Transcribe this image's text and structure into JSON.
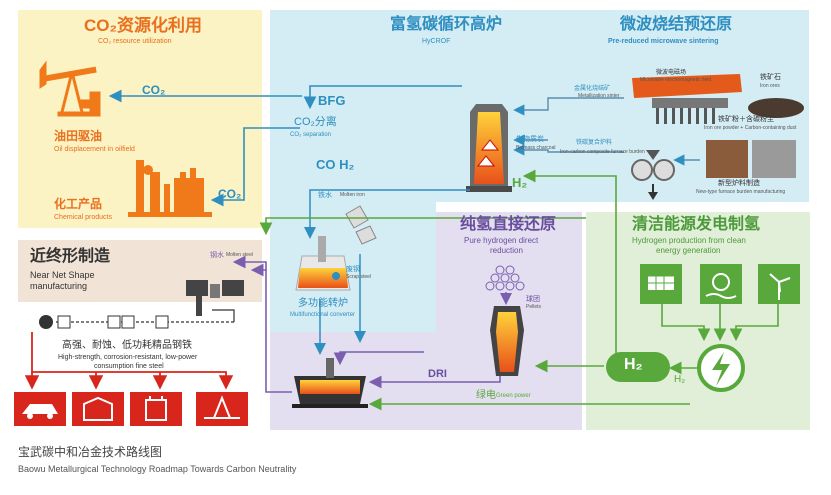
{
  "colors": {
    "co2_panel": "#fbf3c4",
    "hycrof_panel": "#d4ecf4",
    "nearnet_panel": "#f1e4d6",
    "h2_reduction_panel": "#e4dff0",
    "clean_energy_panel": "#e1efd8",
    "co2_title": "#e8701e",
    "blue_title": "#2f8fc0",
    "purple_title": "#6a4e9e",
    "green_title": "#4c9a3a",
    "arrow_blue": "#2f8fc0",
    "arrow_green": "#58a83c",
    "arrow_red": "#d9261c",
    "arrow_purple": "#7a5fb0"
  },
  "co2_section": {
    "title": "CO₂资源化利用",
    "subtitle": "CO₂ resource utilization",
    "co2_label_top": "CO₂",
    "co2_label_bottom": "CO₂",
    "oil_cn": "油田驱油",
    "oil_en": "Oil displacement in oilfield",
    "chem_cn": "化工产品",
    "chem_en": "Chemical products"
  },
  "hycrof_section": {
    "title": "富氢碳循环高炉",
    "subtitle": "HyCROF",
    "bfg": "BFG",
    "co2_sep_cn": "CO₂分离",
    "co2_sep_en": "CO₂ separation",
    "co_h2": "CO  H₂",
    "h2": "H₂",
    "biomass_cn": "生物质炭",
    "biomass_en": "Biomass charcoal",
    "molten_iron_cn": "铁水",
    "molten_iron_en": "Molten iron"
  },
  "microwave_section": {
    "title": "微波烧结预还原",
    "subtitle": "Pre-reduced microwave sintering",
    "field_cn": "微波电磁场",
    "field_en": "Microwave electromagnetic field",
    "sinter_cn": "金属化烧结矿",
    "sinter_en": "Metallization sinter",
    "iron_ore_cn": "铁矿石",
    "iron_ore_en": "Iron ores",
    "powder_cn": "铁矿粉＋含碳粉尘",
    "powder_en": "Iron ore powder + Carbon-containing dust",
    "composite_cn": "铁碳复合炉料",
    "composite_en": "Iron-carbon composite furnace burden",
    "new_burden_cn": "新型炉料制造",
    "new_burden_en": "New-type furnace burden manufacturing"
  },
  "nearnet_section": {
    "title": "近终形制造",
    "subtitle_line1": "Near Net Shape",
    "subtitle_line2": "manufacturing",
    "molten_steel_cn": "钢水",
    "molten_steel_en": "Molten steel",
    "product_cn": "高强、耐蚀、低功耗精品钢铁",
    "product_en_line1": "High-strength, corrosion-resistant, low-power",
    "product_en_line2": "consumption fine steel"
  },
  "converter_section": {
    "scrap_cn": "废钢",
    "scrap_en": "Scrap steel",
    "converter_cn": "多功能转炉",
    "converter_en": "Multifunctional converter"
  },
  "h2_reduction_section": {
    "title": "纯氢直接还原",
    "subtitle_line1": "Pure hydrogen direct",
    "subtitle_line2": "reduction",
    "pellets_cn": "球团",
    "pellets_en": "Pellets",
    "dri": "DRI",
    "green_power_cn": "绿电",
    "green_power_en": "Green power"
  },
  "clean_energy_section": {
    "title": "清洁能源发电制氢",
    "subtitle_line1": "Hydrogen production from clean",
    "subtitle_line2": "energy generation",
    "h2_tank": "H₂",
    "h2_label": "H₂"
  },
  "caption": {
    "cn": "宝武碳中和冶金技术路线图",
    "en": "Baowu Metallurgical Technology Roadmap Towards Carbon Neutrality"
  }
}
